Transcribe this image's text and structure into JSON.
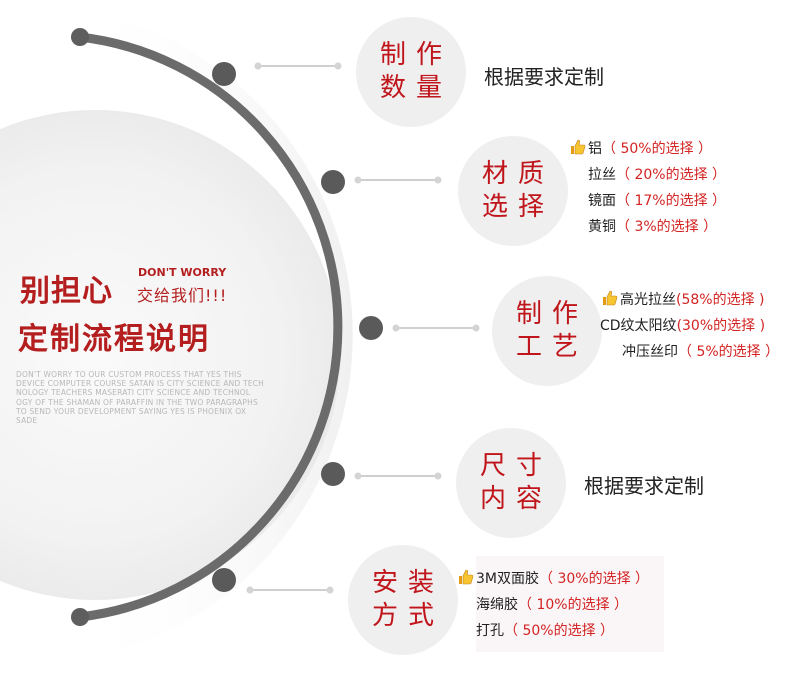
{
  "headline": {
    "line1": "别担心",
    "dont_worry": "DON'T WORRY",
    "sub": "交给我们!!!",
    "line2": "定制流程说明",
    "filler": "DON'T WORRY TO OUR CUSTOM PROCESS THAT YES THIS DEVICE COMPUTER COURSE SATAN IS CITY SCIENCE AND TECH NOLOGY TEACHERS MASERATI CITY SCIENCE AND TECHNOL OGY OF THE SHAMAN OF PARAFFIN IN THE TWO PARAGRAPHS TO SEND YOUR DEVELOPMENT SAYING YES IS PHOENIX OX SADE"
  },
  "colors": {
    "accent_red": "#c0151b",
    "percent_red": "#d32323",
    "arc_gray": "#6b6b6b",
    "circle_bg": "#efefef"
  },
  "steps": [
    {
      "label": "制作数量",
      "detail": "根据要求定制",
      "options": []
    },
    {
      "label": "材质选择",
      "detail": "",
      "options": [
        {
          "name": "铝",
          "pct": "（ 50%的选择 ）",
          "recommended": true
        },
        {
          "name": "拉丝",
          "pct": "（ 20%的选择 ）",
          "recommended": false
        },
        {
          "name": "镜面",
          "pct": "（ 17%的选择 ）",
          "recommended": false
        },
        {
          "name": "黄铜",
          "pct": "（ 3%的选择 ）",
          "recommended": false
        }
      ]
    },
    {
      "label": "制作工艺",
      "detail": "",
      "options": [
        {
          "name": "高光拉丝",
          "pct": "(58%的选择 )",
          "recommended": true
        },
        {
          "name": "CD纹太阳纹",
          "pct": "(30%的选择 )",
          "recommended": false
        },
        {
          "name": "冲压丝印",
          "pct": "（ 5%的选择 ）",
          "recommended": false
        }
      ]
    },
    {
      "label": "尺寸内容",
      "detail": "根据要求定制",
      "options": []
    },
    {
      "label": "安装方式",
      "detail": "",
      "options": [
        {
          "name": "3M双面胶",
          "pct": "（ 30%的选择 ）",
          "recommended": true
        },
        {
          "name": "海绵胶",
          "pct": "（ 10%的选择 ）",
          "recommended": false
        },
        {
          "name": "打孔",
          "pct": "（ 50%的选择 ）",
          "recommended": false
        }
      ]
    }
  ]
}
